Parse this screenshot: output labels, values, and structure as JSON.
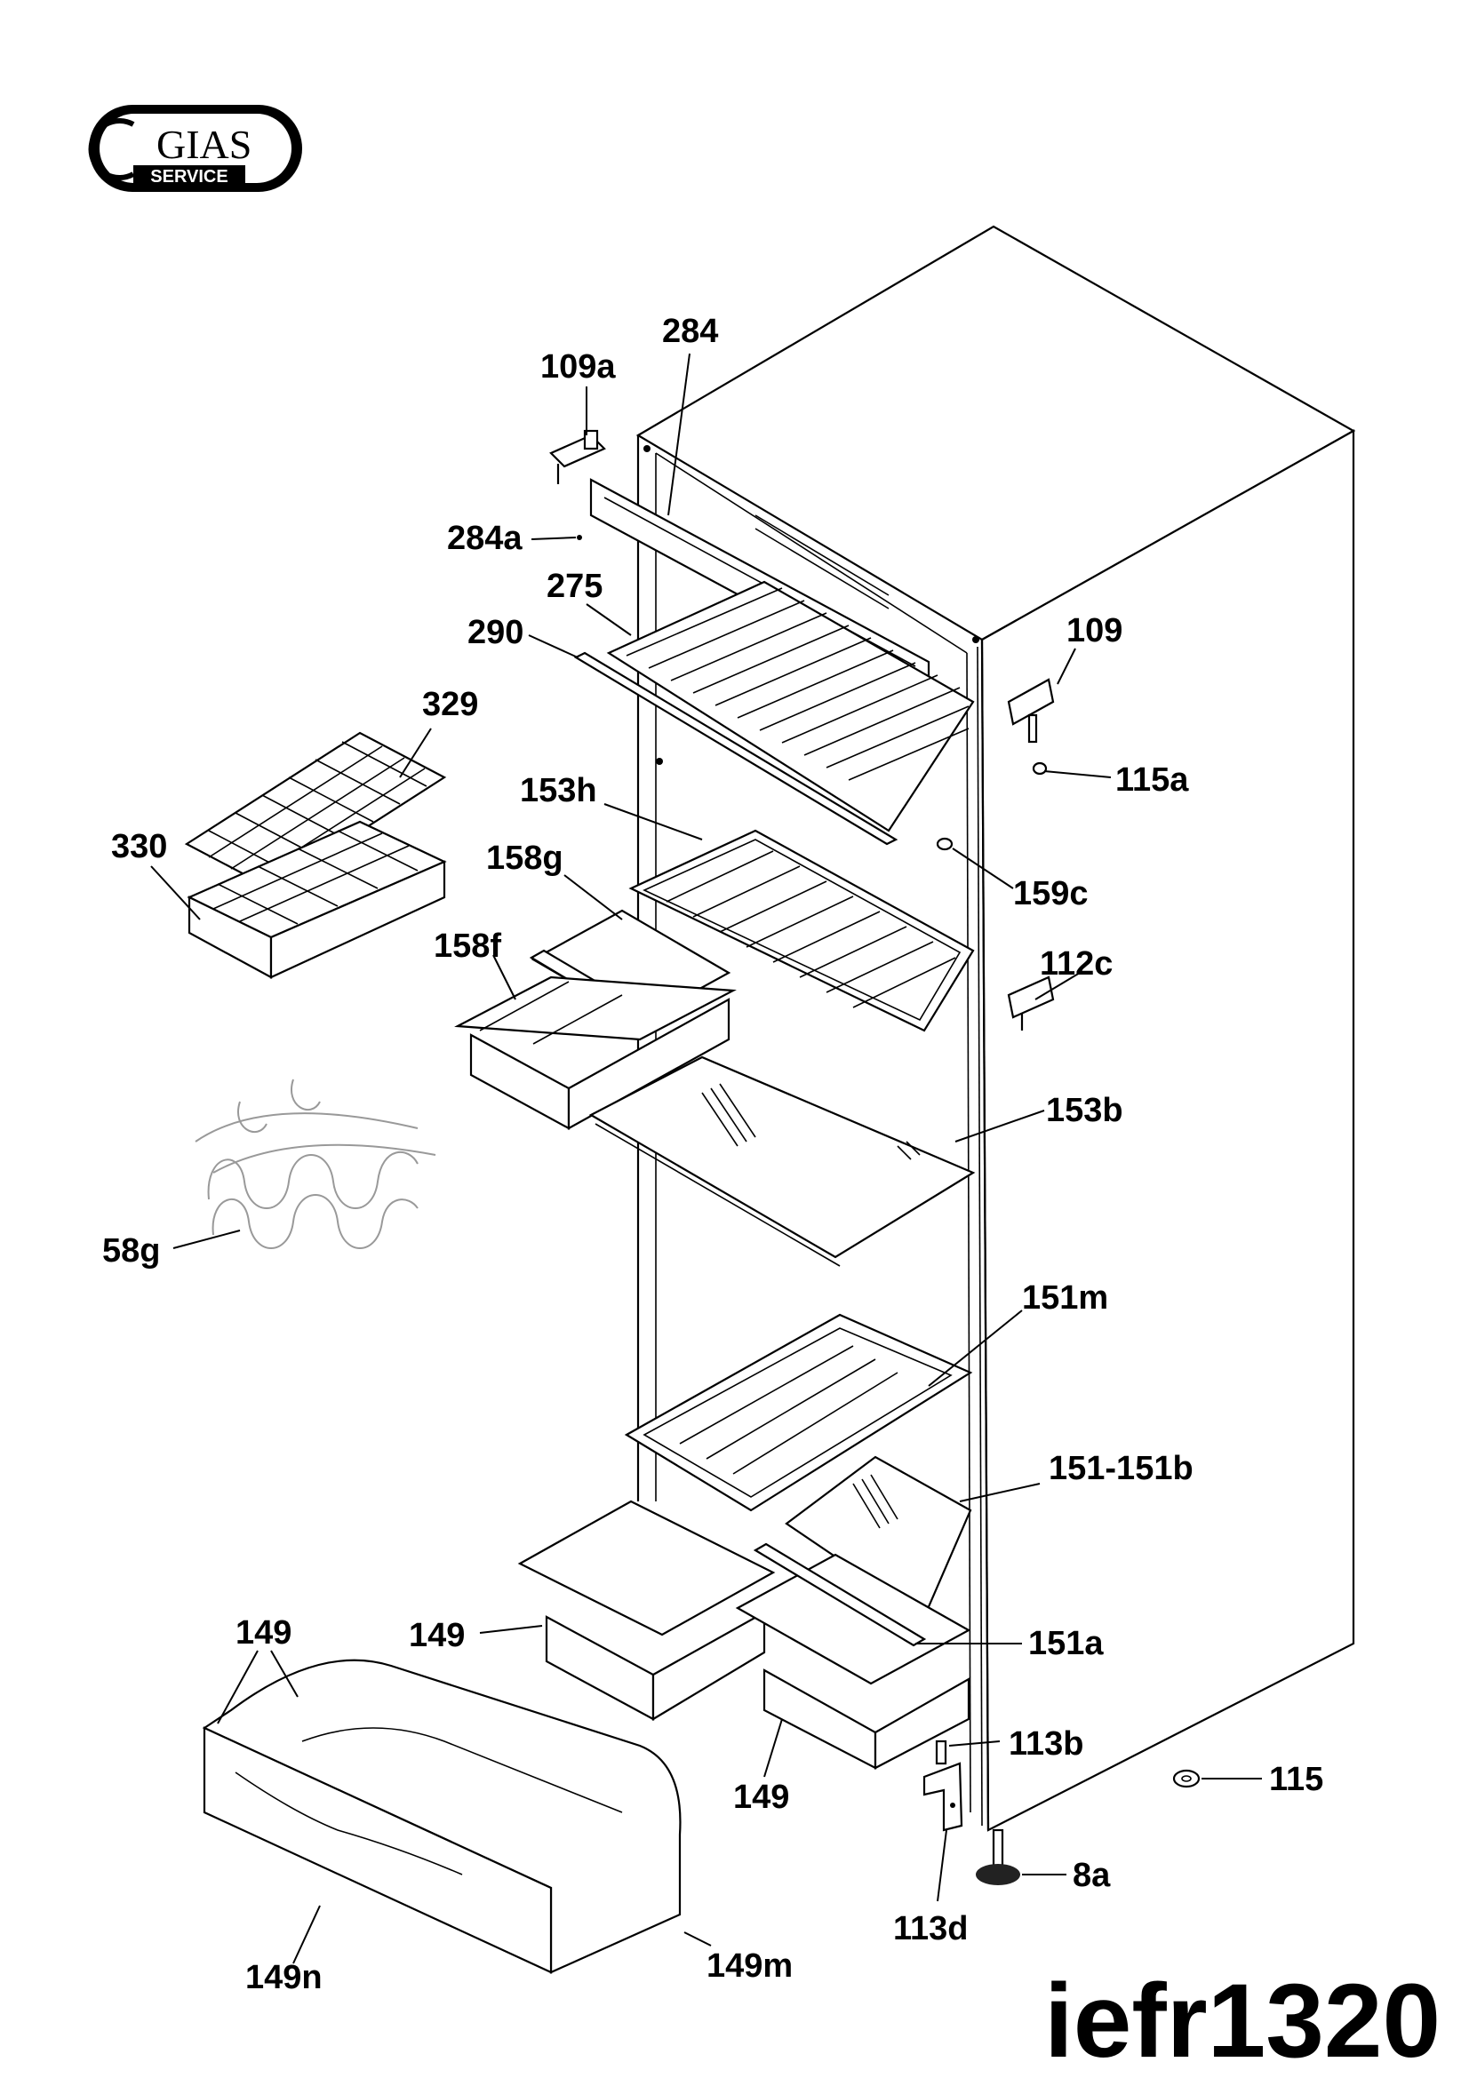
{
  "logo": {
    "brand": "GIAS",
    "sub": "SERVICE"
  },
  "model": "iefr1320",
  "parts": {
    "p109a": "109a",
    "p284": "284",
    "p284a": "284a",
    "p275": "275",
    "p290": "290",
    "p109": "109",
    "p115a": "115a",
    "p329": "329",
    "p330": "330",
    "p153h": "153h",
    "p158g": "158g",
    "p159c": "159c",
    "p158f": "158f",
    "p112c": "112c",
    "p153b": "153b",
    "p58g": "58g",
    "p151m": "151m",
    "p151_151b": "151-151b",
    "p149_top": "149",
    "p149_mid": "149",
    "p151a": "151a",
    "p113b": "113b",
    "p115": "115",
    "p149_bottom": "149",
    "p8a": "8a",
    "p113d": "113d",
    "p149n": "149n",
    "p149m": "149m"
  }
}
